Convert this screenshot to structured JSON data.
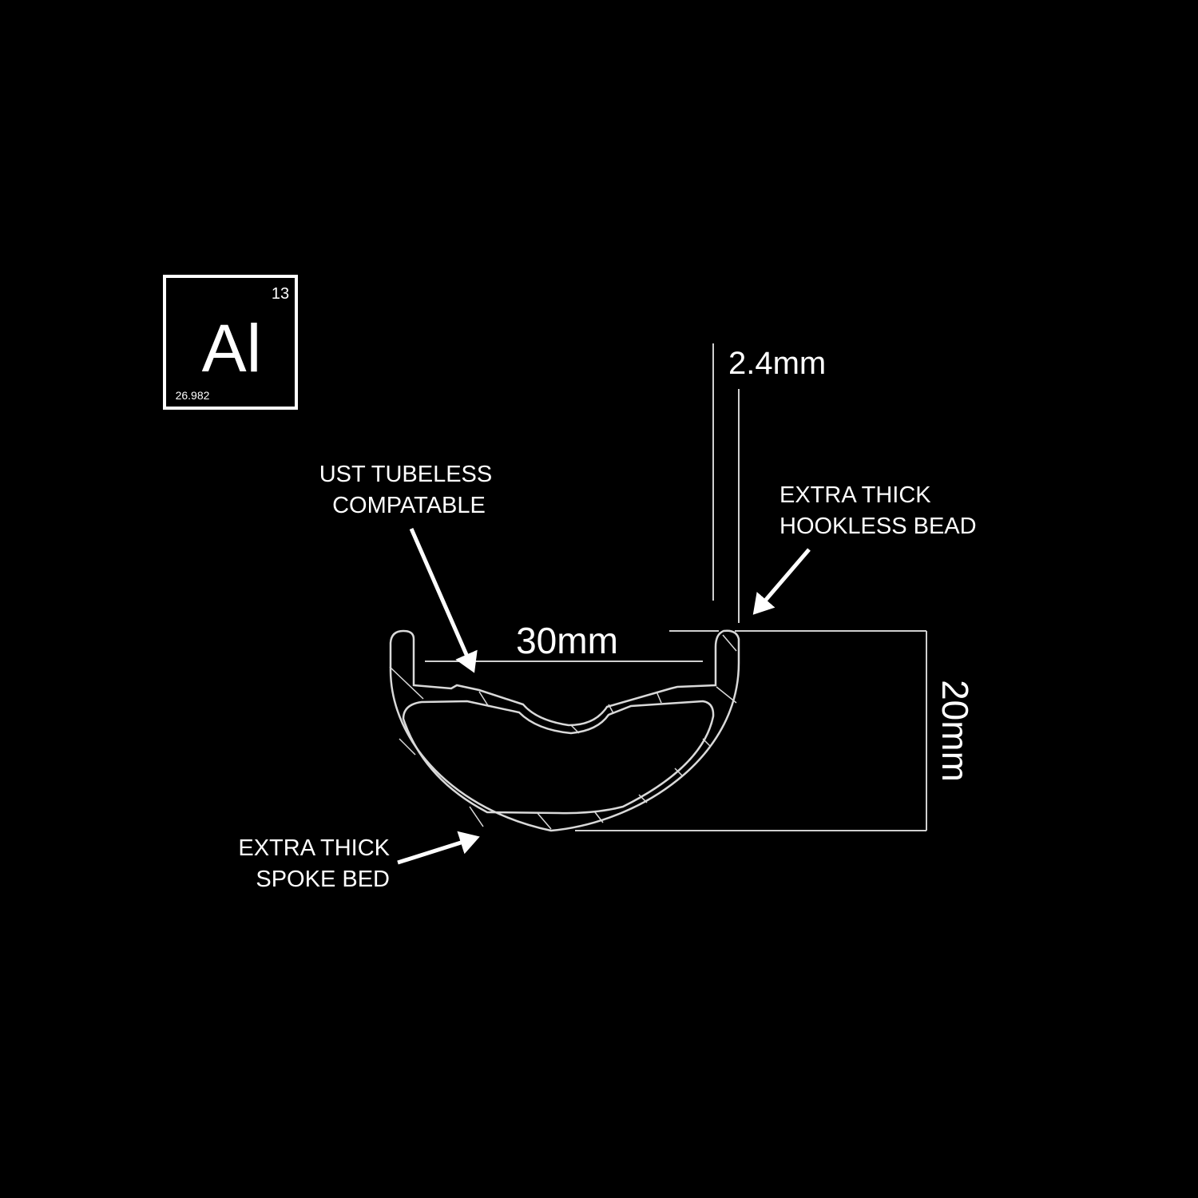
{
  "element": {
    "symbol": "Al",
    "number": "13",
    "mass": "26.982"
  },
  "labels": {
    "ust_line1": "UST TUBELESS",
    "ust_line2": "COMPATABLE",
    "bead_line1": "EXTRA THICK",
    "bead_line2": "HOOKLESS BEAD",
    "spoke_line1": "EXTRA THICK",
    "spoke_line2": "SPOKE BED"
  },
  "dimensions": {
    "wall": "2.4mm",
    "inner_width": "30mm",
    "depth": "20mm"
  },
  "colors": {
    "background": "#000000",
    "line": "#ffffff",
    "outline": "#d9d9d9"
  }
}
